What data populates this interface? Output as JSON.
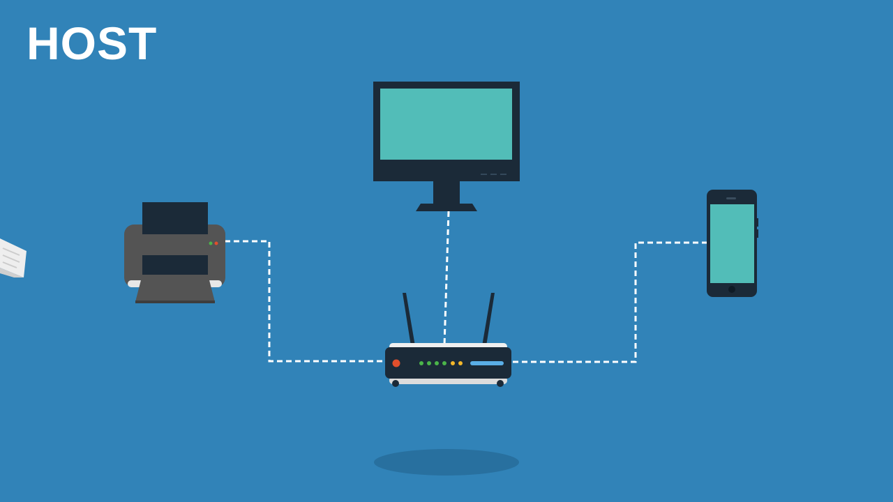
{
  "title": "HOST",
  "colors": {
    "background": "#3183b8",
    "screen": "#52bdb8",
    "device_dark": "#1b2a38",
    "printer_body": "#545454",
    "connection_line": "#ffffff",
    "router_status_red": "#e14f2c",
    "router_status_green": "#4bb54a",
    "router_status_yellow": "#f3b72a",
    "router_light_bar": "#5aaee6"
  },
  "devices": [
    {
      "id": "printer",
      "icon": "printer-icon"
    },
    {
      "id": "monitor",
      "icon": "monitor-icon"
    },
    {
      "id": "smartphone",
      "icon": "smartphone-icon"
    },
    {
      "id": "router",
      "icon": "wireless-router-icon"
    },
    {
      "id": "paper",
      "icon": "paper-sheet-icon"
    }
  ],
  "connections": [
    {
      "from": "printer",
      "to": "router",
      "style": "dashed"
    },
    {
      "from": "monitor",
      "to": "router",
      "style": "dashed"
    },
    {
      "from": "smartphone",
      "to": "router",
      "style": "dashed"
    }
  ]
}
